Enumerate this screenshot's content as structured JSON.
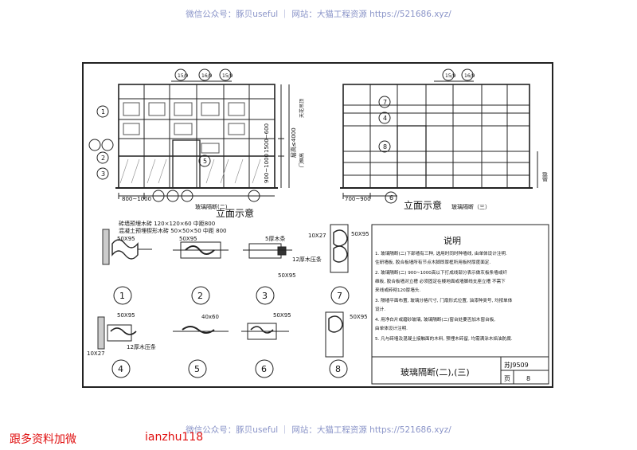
{
  "watermark": {
    "text": "微信公众号：豚贝useful ｜ 网站：大猫工程资源 https://521686.xyz/"
  },
  "red_text": {
    "left": "跟多资料加微",
    "right": "ianzhu118"
  },
  "drawing": {
    "elev_left": {
      "title": "立面示意",
      "subtitle": "玻璃隔断(二)",
      "dim_bottom": "800~1000",
      "dims_right": [
        "900~1000",
        "1500~600",
        "层高≤4000"
      ],
      "right_labels": [
        "天花吊顶",
        "门框高"
      ]
    },
    "elev_right": {
      "title": "立面示意",
      "subtitle": "玻璃隔断（三）",
      "dim_bottom": "700~900",
      "right_label": "踢脚"
    },
    "notes_under_left": [
      "砖墙预埋木砖 120×120×60 中距800",
      "混凝土预埋楔形木砖 50×50×50 中距 800"
    ],
    "detail_labels": {
      "d1": "50X95",
      "d2": "50X95",
      "d3_a": "5厚木条",
      "d3_b": "12厚木压条",
      "d3_c": "50X95",
      "d7_a": "10X27",
      "d7_b": "50X95",
      "d4_a": "50X95",
      "d4_b": "10X27",
      "d4_c": "12厚木压条",
      "d5": "40x60",
      "d6": "50X95",
      "d8": "50X95"
    },
    "detail_numbers": [
      "1",
      "2",
      "3",
      "7",
      "4",
      "5",
      "6",
      "8"
    ],
    "notes": {
      "title": "说明",
      "items": [
        "1. 玻璃隔断(二)下部墙有三种, 选用时同时种墙线, 由单体设计注明.",
        "   住研墙板, 胶合板墙所有节点木脚即厚框所用板材厚度面定.",
        "2. 玻璃隔断(二) 900~1000高以下打成线部分表示做灰板条墙或纤",
        "   维板, 胶合板墙对立槽 必须固定在楼地面或墙脚线支座立槽 不需下",
        "   来线或砖砌120厚墙头.",
        "3. 隔墙平面布置, 玻璃分格尺寸, 门扇形式位置, 油漆种类号, 均按单体",
        "   设计.",
        "4. 用净白片或磨砂玻璃, 玻璃隔断(二)窗台处要否加木窗台板,",
        "   由单体设计注明.",
        "5. 凡与砖墙及混凝土接触面的木料, 预埋木砖留, 均需满涂木焰油防腐."
      ]
    },
    "title_block": {
      "title": "玻璃隔断(二),(三)",
      "atlas": "苏J9509",
      "page_label": "页",
      "page": "8"
    },
    "callouts": [
      "15/9",
      "16/9",
      "1",
      "5",
      "2",
      "3",
      "7",
      "4",
      "8",
      "6"
    ]
  }
}
